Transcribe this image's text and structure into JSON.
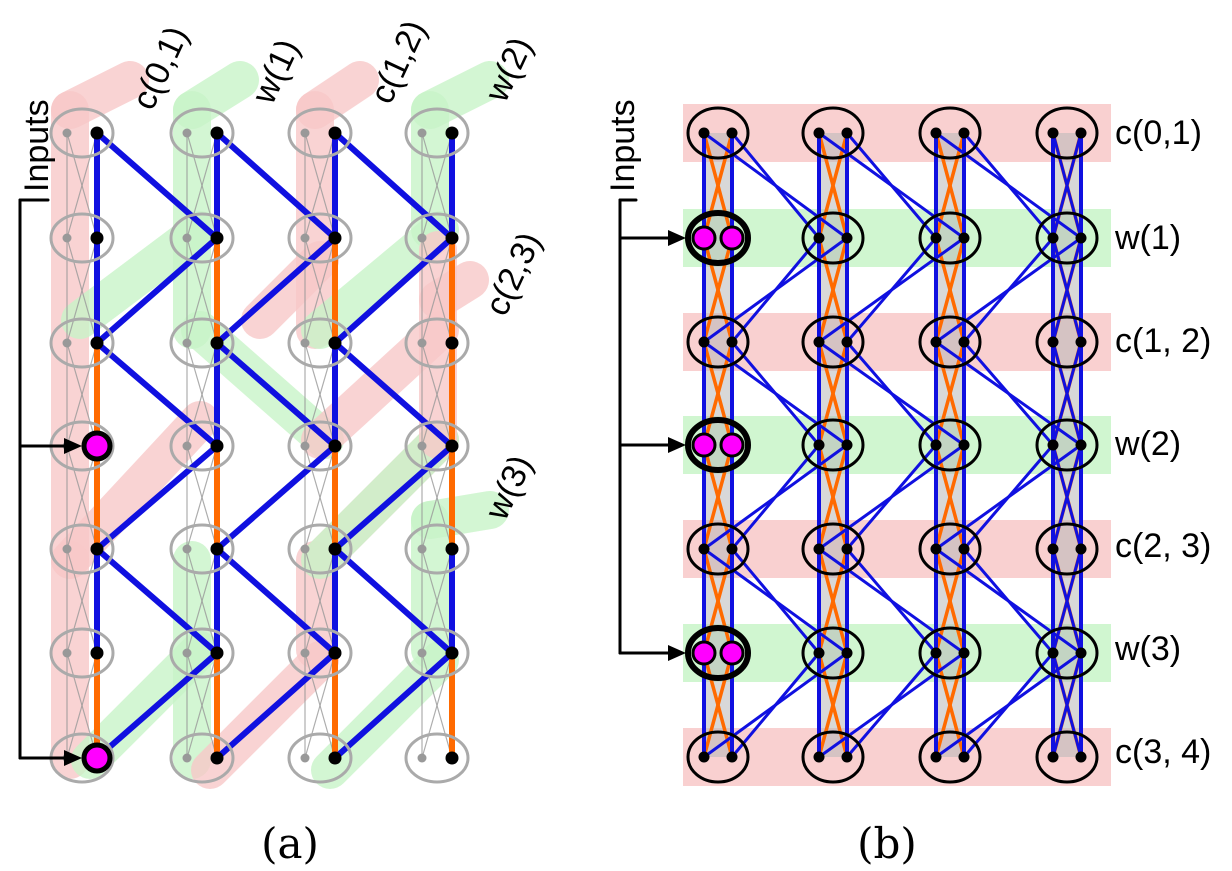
{
  "panel_a": {
    "inputs_label": "Inputs",
    "caption": "(a)",
    "labels": [
      "c(0,1)",
      "w(1)",
      "c(1,2)",
      "w(2)",
      "c(2,3)",
      "w(3)"
    ],
    "input_rows": [
      3,
      6
    ]
  },
  "panel_b": {
    "inputs_label": "Inputs",
    "caption": "(b)",
    "row_labels": [
      "c(0,1)",
      "w(1)",
      "c(1, 2)",
      "w(2)",
      "c(2, 3)",
      "w(3)",
      "c(3, 4)"
    ],
    "input_rows": [
      1,
      3,
      5
    ]
  },
  "colors": {
    "blue": "#1010e0",
    "orange": "#ff6a00",
    "red_band": "#f8c8c8",
    "green_band": "#c8f4c8",
    "magenta": "#ff00ff",
    "gray": "#999999"
  }
}
